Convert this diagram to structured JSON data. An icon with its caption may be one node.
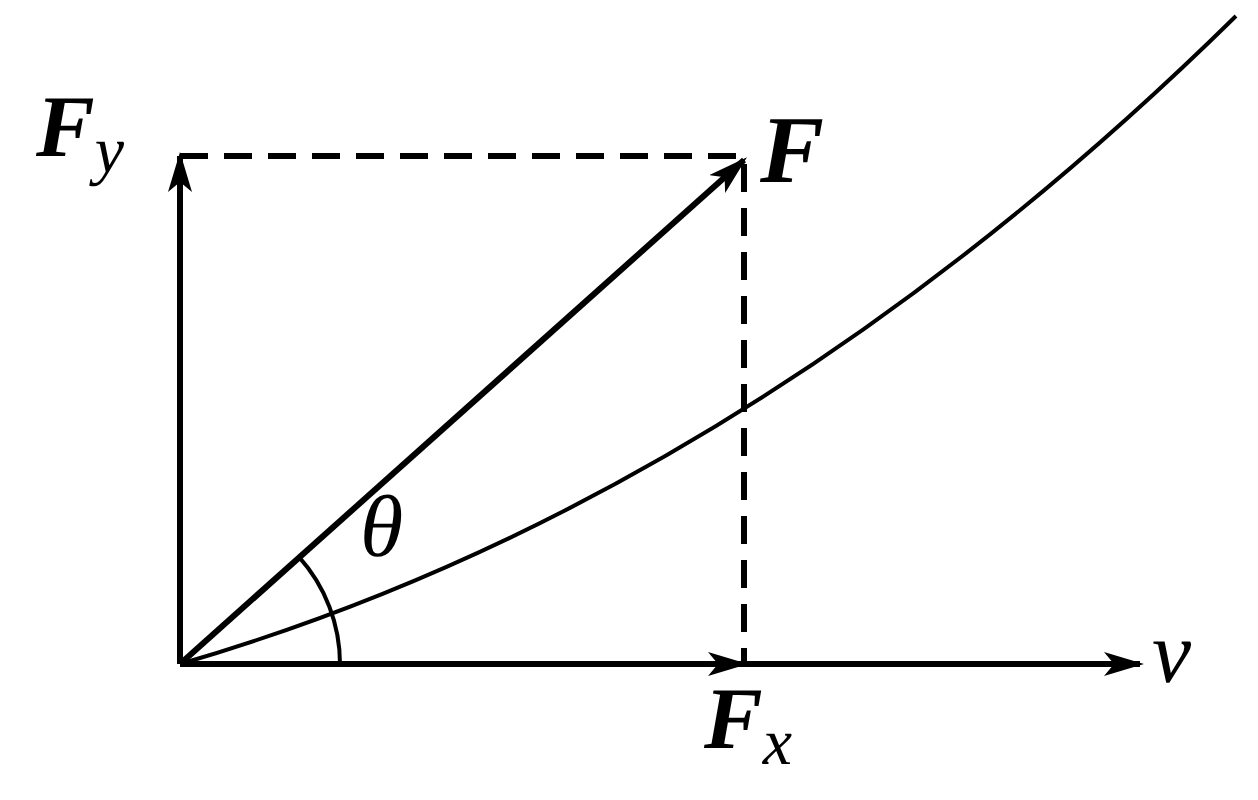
{
  "diagram": {
    "labels": [
      "**F**$_{y}$",
      "**F**",
      "θ",
      "**F**$_{x}$",
      "v"
    ]
  }
}
